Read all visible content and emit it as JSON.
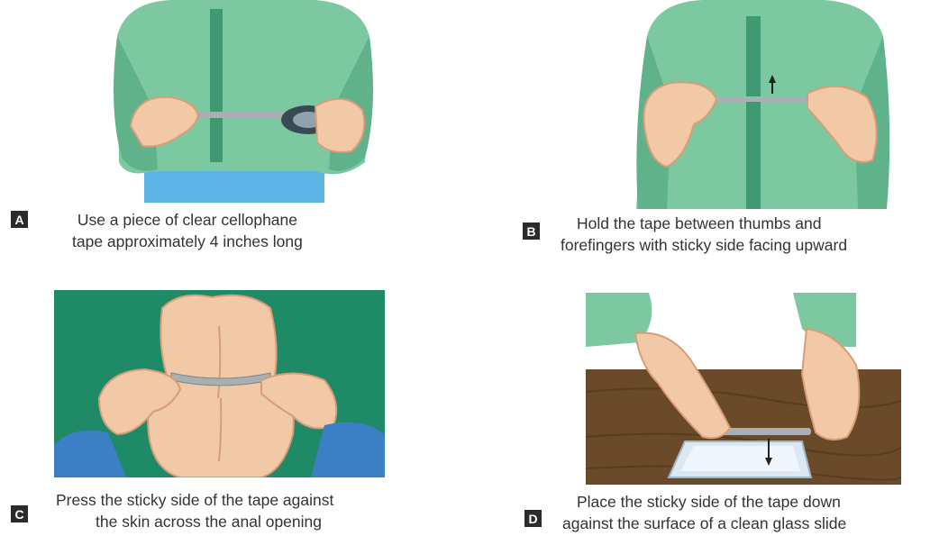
{
  "panels": [
    {
      "label": "A",
      "caption_line1": "Use a piece of clear cellophane",
      "caption_line2": "tape approximately 4 inches long"
    },
    {
      "label": "B",
      "caption_line1": "Hold the tape between thumbs and",
      "caption_line2": "forefingers with sticky side facing upward"
    },
    {
      "label": "C",
      "caption_line1": "Press the sticky side of the tape against",
      "caption_line2": "the skin across the anal opening"
    },
    {
      "label": "D",
      "caption_line1": "Place the sticky side of the tape down",
      "caption_line2": "against the surface of a clean glass slide"
    }
  ],
  "colors": {
    "gown": "#7cc9a1",
    "gown_dark": "#3f9a73",
    "skin": "#f2c9a6",
    "skin_shadow": "#d89c78",
    "tape": "#a9b0b3",
    "background_green": "#1f8a66",
    "table_wood": "#6b4a2a",
    "sleeve_blue": "#3b7fc4",
    "pants_blue": "#5fb4e6",
    "label_box": "#2b2b2b"
  }
}
